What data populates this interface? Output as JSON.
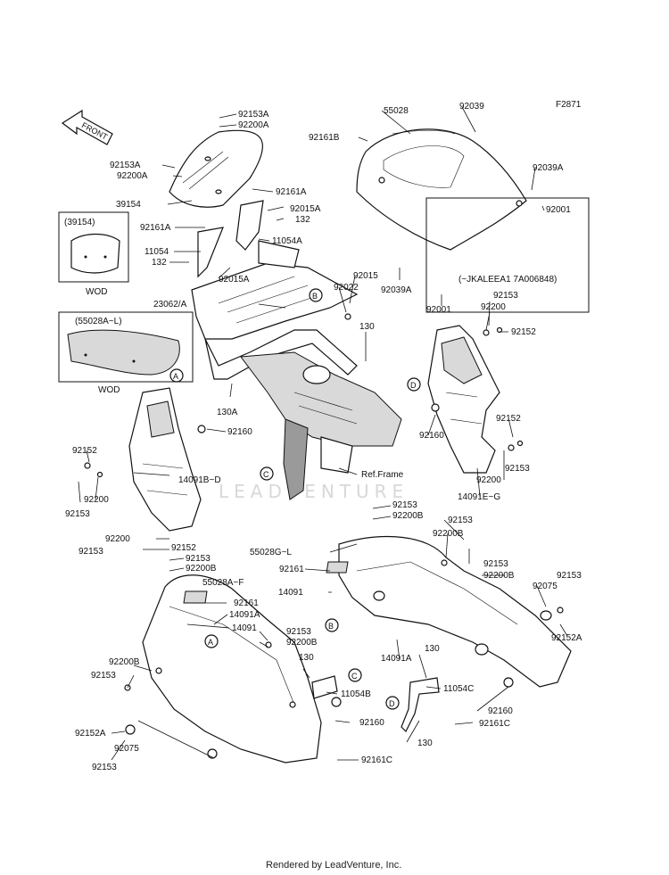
{
  "diagram": {
    "ref_code": "F2871",
    "direction": "FRONT",
    "watermark": "LEADVENTURE",
    "footer": "Rendered by LeadVenture, Inc.",
    "inset_windscreen": {
      "code": "(39154)",
      "tag": "WOD"
    },
    "inset_cowl": {
      "code": "(55028A~L)",
      "tag": "WOD"
    },
    "vin_note": "(~JKALEEA1 7A006848)",
    "ref_frame": "Ref.Frame",
    "callouts": [
      "A",
      "B",
      "C",
      "D",
      "A",
      "B",
      "C",
      "D"
    ],
    "labels": {
      "l1": "92153A",
      "l2": "92200A",
      "l3": "55028",
      "l4": "92039",
      "l5": "92161B",
      "l6": "92153A",
      "l7": "92200A",
      "l8": "92039A",
      "l9": "92161A",
      "l10": "39154",
      "l11": "92015A",
      "l12": "132",
      "l13": "92161A",
      "l14": "92001",
      "l15": "11054A",
      "l16": "11054",
      "l17": "132",
      "l18": "92015A",
      "l19": "92015",
      "l20": "92039A",
      "l21": "92022",
      "l22": "23062/A",
      "l23": "92001",
      "l24": "92153",
      "l25": "92200",
      "l26": "92152",
      "l27": "130",
      "l28": "130A",
      "l29": "92160",
      "l30": "92160",
      "l31": "92152",
      "l32": "92152",
      "l33": "92153",
      "l34": "14091B~D",
      "l35": "92200",
      "l36": "92200",
      "l37": "92153",
      "l38": "14091E~G",
      "l39": "92153",
      "l40": "92200B",
      "l41": "92153",
      "l42": "92200",
      "l43": "92152",
      "l44": "92200B",
      "l45": "92153",
      "l46": "55028G~L",
      "l47": "92153",
      "l48": "92153",
      "l49": "92200B",
      "l50": "92200B",
      "l51": "92161",
      "l52": "92153",
      "l53": "55028A~F",
      "l54": "14091",
      "l55": "92075",
      "l56": "92161",
      "l57": "14091A",
      "l58": "14091",
      "l59": "92153",
      "l60": "92200B",
      "l61": "92152A",
      "l62": "92200B",
      "l63": "130",
      "l64": "14091A",
      "l65": "130",
      "l66": "92153",
      "l67": "11054B",
      "l68": "11054C",
      "l69": "92160",
      "l70": "92152A",
      "l71": "92160",
      "l72": "92161C",
      "l73": "130",
      "l74": "92075",
      "l75": "92153",
      "l76": "92161C"
    }
  }
}
